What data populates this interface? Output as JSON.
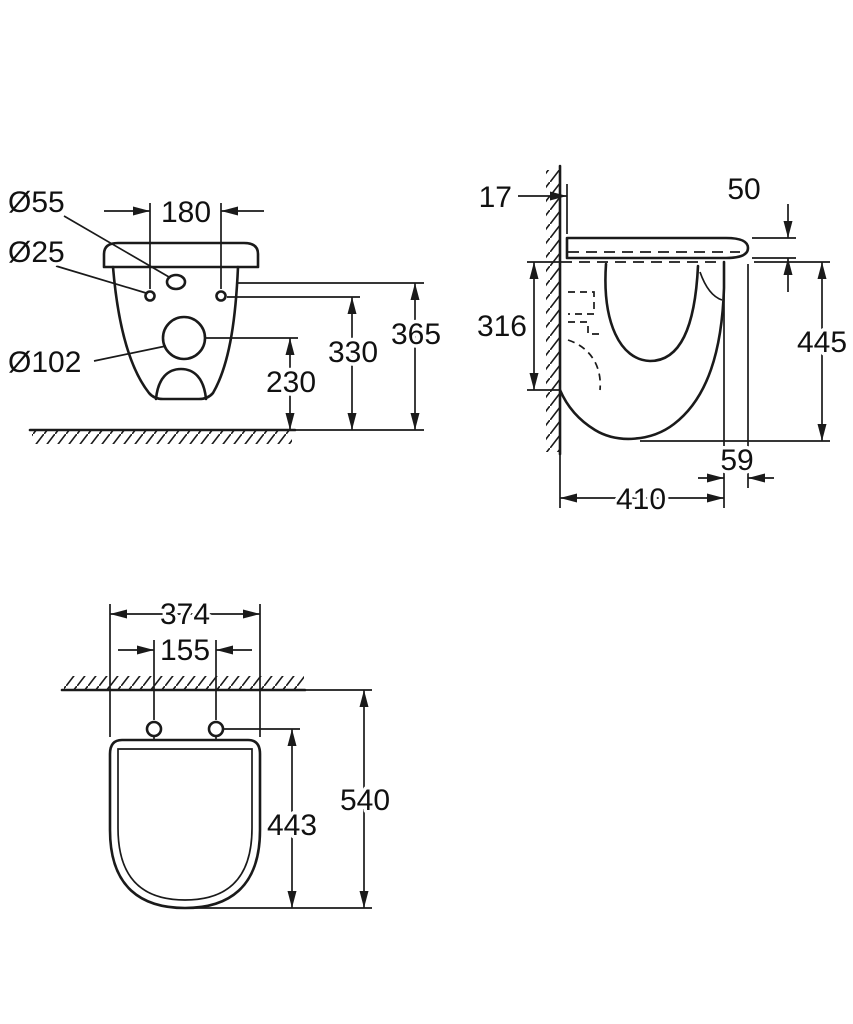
{
  "colors": {
    "ink": "#1a1a1a",
    "background": "#ffffff"
  },
  "drawing": {
    "front_view": {
      "labels": {
        "diameter_top_hole": "Ø55",
        "diameter_fixing_holes": "Ø25",
        "diameter_drain": "Ø102",
        "hole_spacing": "180",
        "drain_height": "230",
        "holes_height": "330",
        "rim_height": "365"
      }
    },
    "side_view": {
      "labels": {
        "wall_gap": "17",
        "seat_thickness": "50",
        "back_height": "316",
        "overall_height": "445",
        "body_depth": "410",
        "seat_overhang": "59"
      }
    },
    "plan_view": {
      "labels": {
        "overall_width": "374",
        "hinge_spacing": "155",
        "overall_depth": "540",
        "seat_depth": "443"
      }
    }
  }
}
